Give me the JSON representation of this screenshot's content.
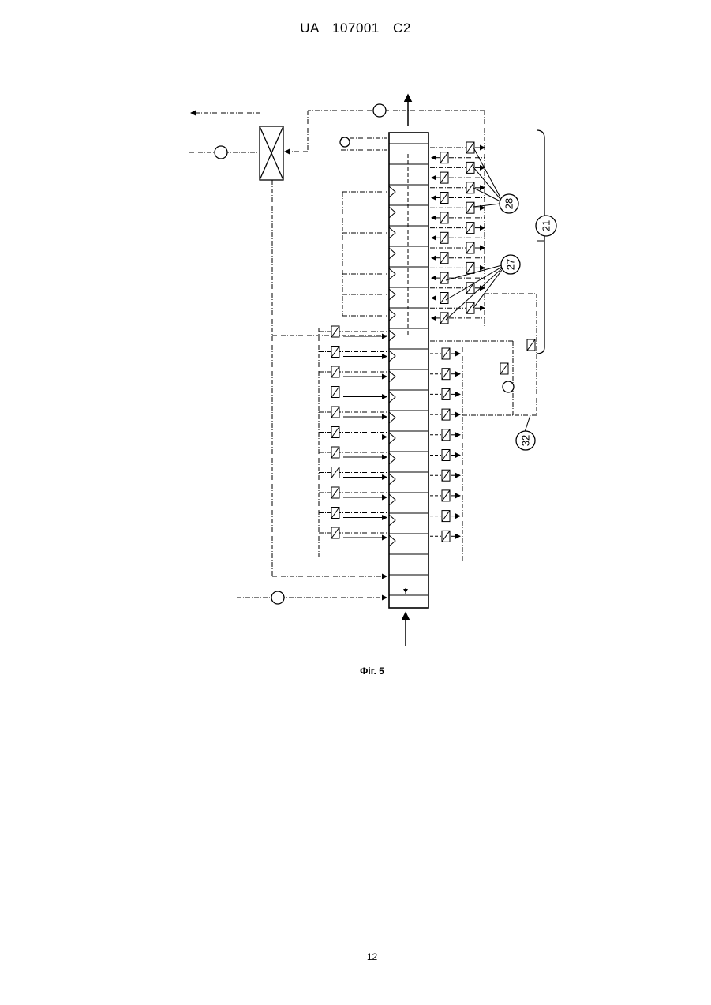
{
  "header": {
    "patent_number": "UA 107001 C2"
  },
  "figure": {
    "caption": "Фіг. 5",
    "callouts": {
      "ref_28": "28",
      "ref_21": "21",
      "ref_27": "27",
      "ref_32": "32"
    }
  },
  "footer": {
    "page_number": "12"
  }
}
